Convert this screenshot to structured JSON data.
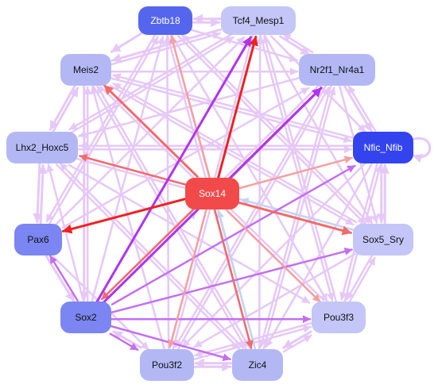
{
  "nodes": [
    {
      "id": "Sox14",
      "label": "Sox14",
      "fill": "#f24a4a",
      "text": "#ffffff"
    },
    {
      "id": "Zbtb18",
      "label": "Zbtb18",
      "fill": "#5566ee",
      "text": "#ffffff"
    },
    {
      "id": "Tcf4_Mesp1",
      "label": "Tcf4_Mesp1",
      "fill": "#c3c6f7",
      "text": "#111111"
    },
    {
      "id": "Meis2",
      "label": "Meis2",
      "fill": "#b3b8f5",
      "text": "#111111"
    },
    {
      "id": "Nr2f1_Nr4a1",
      "label": "Nr2f1_Nr4a1",
      "fill": "#b3b8f5",
      "text": "#111111"
    },
    {
      "id": "Lhx2_Hoxc5",
      "label": "Lhx2_Hoxc5",
      "fill": "#b3b8f5",
      "text": "#111111"
    },
    {
      "id": "Nfic_Nfib",
      "label": "Nfic_Nfib",
      "fill": "#3344ee",
      "text": "#ffffff"
    },
    {
      "id": "Pax6",
      "label": "Pax6",
      "fill": "#7b86f2",
      "text": "#111111"
    },
    {
      "id": "Sox5_Sry",
      "label": "Sox5_Sry",
      "fill": "#c3c6f7",
      "text": "#111111"
    },
    {
      "id": "Sox2",
      "label": "Sox2",
      "fill": "#7b86f2",
      "text": "#111111"
    },
    {
      "id": "Pou3f3",
      "label": "Pou3f3",
      "fill": "#c3c6f7",
      "text": "#111111"
    },
    {
      "id": "Pou3f2",
      "label": "Pou3f2",
      "fill": "#b3b8f5",
      "text": "#111111"
    },
    {
      "id": "Zic4",
      "label": "Zic4",
      "fill": "#b3b8f5",
      "text": "#111111"
    }
  ],
  "edge_colors": {
    "activation_strong": "#ee2222",
    "activation_medium": "#f26a6a",
    "activation_weak": "#f5a0a0",
    "purple_strong": "#b033f0",
    "purple_medium": "#c46ef2",
    "lavender": "#e6c8f7",
    "pale_blue": "#c4d4f2"
  },
  "edges": [
    {
      "source": "Sox14",
      "target": "Tcf4_Mesp1",
      "color": "activation_strong",
      "width": 3
    },
    {
      "source": "Sox14",
      "target": "Nr2f1_Nr4a1",
      "color": "activation_medium",
      "width": 3
    },
    {
      "source": "Sox14",
      "target": "Nfic_Nfib",
      "color": "activation_weak",
      "width": 2.5
    },
    {
      "source": "Sox14",
      "target": "Sox5_Sry",
      "color": "activation_medium",
      "width": 3
    },
    {
      "source": "Sox14",
      "target": "Pou3f3",
      "color": "activation_weak",
      "width": 2.5
    },
    {
      "source": "Sox14",
      "target": "Zic4",
      "color": "activation_medium",
      "width": 2.5
    },
    {
      "source": "Sox14",
      "target": "Pou3f2",
      "color": "activation_weak",
      "width": 2.5
    },
    {
      "source": "Sox14",
      "target": "Sox2",
      "color": "activation_medium",
      "width": 2.5
    },
    {
      "source": "Sox14",
      "target": "Pax6",
      "color": "activation_strong",
      "width": 3
    },
    {
      "source": "Sox14",
      "target": "Lhx2_Hoxc5",
      "color": "activation_medium",
      "width": 2.5
    },
    {
      "source": "Sox14",
      "target": "Meis2",
      "color": "activation_medium",
      "width": 3
    },
    {
      "source": "Sox14",
      "target": "Zbtb18",
      "color": "activation_weak",
      "width": 2.5
    },
    {
      "source": "Sox2",
      "target": "Tcf4_Mesp1",
      "color": "purple_strong",
      "width": 3
    },
    {
      "source": "Sox2",
      "target": "Nr2f1_Nr4a1",
      "color": "purple_strong",
      "width": 3
    },
    {
      "source": "Sox2",
      "target": "Nfic_Nfib",
      "color": "purple_medium",
      "width": 2.5
    },
    {
      "source": "Sox2",
      "target": "Sox5_Sry",
      "color": "purple_medium",
      "width": 2.5
    },
    {
      "source": "Sox2",
      "target": "Pax6",
      "color": "purple_medium",
      "width": 2.5
    },
    {
      "source": "Sox2",
      "target": "Pou3f3",
      "color": "purple_medium",
      "width": 2.5
    },
    {
      "source": "Sox2",
      "target": "Zic4",
      "color": "purple_medium",
      "width": 2.5
    },
    {
      "source": "Sox2",
      "target": "Pou3f2",
      "color": "purple_medium",
      "width": 2.5
    },
    {
      "source": "Sox2",
      "target": "Sox14",
      "color": "pale_blue",
      "width": 2.5
    },
    {
      "source": "Zic4",
      "target": "Sox14",
      "color": "pale_blue",
      "width": 2.5
    },
    {
      "source": "Sox5_Sry",
      "target": "Sox14",
      "color": "pale_blue",
      "width": 2.5
    },
    {
      "source": "Zbtb18",
      "target": "Tcf4_Mesp1",
      "color": "lavender",
      "width": 3
    },
    {
      "source": "Tcf4_Mesp1",
      "target": "Zbtb18",
      "color": "lavender",
      "width": 3
    },
    {
      "source": "Zbtb18",
      "target": "Meis2",
      "color": "lavender",
      "width": 3
    },
    {
      "source": "Zbtb18",
      "target": "Nr2f1_Nr4a1",
      "color": "lavender",
      "width": 2.5
    },
    {
      "source": "Zbtb18",
      "target": "Pou3f3",
      "color": "lavender",
      "width": 2.5
    },
    {
      "source": "Zbtb18",
      "target": "Zic4",
      "color": "lavender",
      "width": 2.5
    },
    {
      "source": "Zbtb18",
      "target": "Sox5_Sry",
      "color": "lavender",
      "width": 2.5
    },
    {
      "source": "Zbtb18",
      "target": "Pax6",
      "color": "lavender",
      "width": 2.5
    },
    {
      "source": "Tcf4_Mesp1",
      "target": "Nr2f1_Nr4a1",
      "color": "lavender",
      "width": 3
    },
    {
      "source": "Tcf4_Mesp1",
      "target": "Meis2",
      "color": "lavender",
      "width": 3
    },
    {
      "source": "Tcf4_Mesp1",
      "target": "Lhx2_Hoxc5",
      "color": "lavender",
      "width": 2.5
    },
    {
      "source": "Tcf4_Mesp1",
      "target": "Nfic_Nfib",
      "color": "lavender",
      "width": 2.5
    },
    {
      "source": "Tcf4_Mesp1",
      "target": "Pou3f2",
      "color": "lavender",
      "width": 2.5
    },
    {
      "source": "Tcf4_Mesp1",
      "target": "Pou3f3",
      "color": "lavender",
      "width": 2.5
    },
    {
      "source": "Tcf4_Mesp1",
      "target": "Sox5_Sry",
      "color": "lavender",
      "width": 2.5
    },
    {
      "source": "Meis2",
      "target": "Tcf4_Mesp1",
      "color": "lavender",
      "width": 2.5
    },
    {
      "source": "Meis2",
      "target": "Nr2f1_Nr4a1",
      "color": "lavender",
      "width": 2.5
    },
    {
      "source": "Meis2",
      "target": "Lhx2_Hoxc5",
      "color": "lavender",
      "width": 3
    },
    {
      "source": "Meis2",
      "target": "Nfic_Nfib",
      "color": "lavender",
      "width": 2.5
    },
    {
      "source": "Meis2",
      "target": "Zic4",
      "color": "lavender",
      "width": 2.5
    },
    {
      "source": "Meis2",
      "target": "Sox2",
      "color": "lavender",
      "width": 3
    },
    {
      "source": "Meis2",
      "target": "Pou3f3",
      "color": "lavender",
      "width": 2.5
    },
    {
      "source": "Meis2",
      "target": "Sox5_Sry",
      "color": "lavender",
      "width": 2.5
    },
    {
      "source": "Nr2f1_Nr4a1",
      "target": "Tcf4_Mesp1",
      "color": "lavender",
      "width": 2.5
    },
    {
      "source": "Nr2f1_Nr4a1",
      "target": "Nfic_Nfib",
      "color": "lavender",
      "width": 3
    },
    {
      "source": "Nr2f1_Nr4a1",
      "target": "Sox5_Sry",
      "color": "lavender",
      "width": 2.5
    },
    {
      "source": "Nr2f1_Nr4a1",
      "target": "Zic4",
      "color": "lavender",
      "width": 2.5
    },
    {
      "source": "Nr2f1_Nr4a1",
      "target": "Pou3f2",
      "color": "lavender",
      "width": 2.5
    },
    {
      "source": "Nr2f1_Nr4a1",
      "target": "Lhx2_Hoxc5",
      "color": "lavender",
      "width": 2.5
    },
    {
      "source": "Nr2f1_Nr4a1",
      "target": "Sox2",
      "color": "lavender",
      "width": 2.5
    },
    {
      "source": "Lhx2_Hoxc5",
      "target": "Meis2",
      "color": "lavender",
      "width": 3
    },
    {
      "source": "Lhx2_Hoxc5",
      "target": "Nfic_Nfib",
      "color": "lavender",
      "width": 2.5
    },
    {
      "source": "Lhx2_Hoxc5",
      "target": "Pax6",
      "color": "lavender",
      "width": 3
    },
    {
      "source": "Lhx2_Hoxc5",
      "target": "Sox5_Sry",
      "color": "lavender",
      "width": 2.5
    },
    {
      "source": "Lhx2_Hoxc5",
      "target": "Pou3f3",
      "color": "lavender",
      "width": 2.5
    },
    {
      "source": "Lhx2_Hoxc5",
      "target": "Zic4",
      "color": "lavender",
      "width": 2.5
    },
    {
      "source": "Lhx2_Hoxc5",
      "target": "Tcf4_Mesp1",
      "color": "lavender",
      "width": 2.5
    },
    {
      "source": "Nfic_Nfib",
      "target": "Sox5_Sry",
      "color": "lavender",
      "width": 3
    },
    {
      "source": "Nfic_Nfib",
      "target": "Nr2f1_Nr4a1",
      "color": "lavender",
      "width": 2.5
    },
    {
      "source": "Nfic_Nfib",
      "target": "Pou3f3",
      "color": "lavender",
      "width": 2.5
    },
    {
      "source": "Nfic_Nfib",
      "target": "Zic4",
      "color": "lavender",
      "width": 2.5
    },
    {
      "source": "Nfic_Nfib",
      "target": "Pou3f2",
      "color": "lavender",
      "width": 2.5
    },
    {
      "source": "Nfic_Nfib",
      "target": "Meis2",
      "color": "lavender",
      "width": 2.5
    },
    {
      "source": "Nfic_Nfib",
      "target": "Lhx2_Hoxc5",
      "color": "lavender",
      "width": 2.5
    },
    {
      "source": "Nfic_Nfib",
      "target": "Nfic_Nfib",
      "color": "lavender",
      "width": 3
    },
    {
      "source": "Pax6",
      "target": "Lhx2_Hoxc5",
      "color": "lavender",
      "width": 3
    },
    {
      "source": "Pax6",
      "target": "Sox2",
      "color": "lavender",
      "width": 3
    },
    {
      "source": "Pax6",
      "target": "Tcf4_Mesp1",
      "color": "lavender",
      "width": 2.5
    },
    {
      "source": "Pax6",
      "target": "Nr2f1_Nr4a1",
      "color": "lavender",
      "width": 2.5
    },
    {
      "source": "Pax6",
      "target": "Pou3f2",
      "color": "lavender",
      "width": 2.5
    },
    {
      "source": "Pax6",
      "target": "Zbtb18",
      "color": "lavender",
      "width": 2.5
    },
    {
      "source": "Sox5_Sry",
      "target": "Nfic_Nfib",
      "color": "lavender",
      "width": 3
    },
    {
      "source": "Sox5_Sry",
      "target": "Pou3f3",
      "color": "lavender",
      "width": 2.5
    },
    {
      "source": "Sox5_Sry",
      "target": "Lhx2_Hoxc5",
      "color": "lavender",
      "width": 2.5
    },
    {
      "source": "Sox5_Sry",
      "target": "Meis2",
      "color": "lavender",
      "width": 2.5
    },
    {
      "source": "Sox5_Sry",
      "target": "Pou3f2",
      "color": "lavender",
      "width": 2.5
    },
    {
      "source": "Sox5_Sry",
      "target": "Zbtb18",
      "color": "lavender",
      "width": 2.5
    },
    {
      "source": "Pou3f3",
      "target": "Zic4",
      "color": "lavender",
      "width": 3
    },
    {
      "source": "Pou3f3",
      "target": "Sox5_Sry",
      "color": "lavender",
      "width": 2.5
    },
    {
      "source": "Pou3f3",
      "target": "Nfic_Nfib",
      "color": "lavender",
      "width": 2.5
    },
    {
      "source": "Pou3f3",
      "target": "Meis2",
      "color": "lavender",
      "width": 2.5
    },
    {
      "source": "Pou3f3",
      "target": "Tcf4_Mesp1",
      "color": "lavender",
      "width": 2.5
    },
    {
      "source": "Pou3f3",
      "target": "Pou3f2",
      "color": "lavender",
      "width": 2.5
    },
    {
      "source": "Pou3f2",
      "target": "Zic4",
      "color": "lavender",
      "width": 3
    },
    {
      "source": "Zic4",
      "target": "Pou3f2",
      "color": "lavender",
      "width": 3
    },
    {
      "source": "Pou3f2",
      "target": "Sox2",
      "color": "lavender",
      "width": 3
    },
    {
      "source": "Pou3f2",
      "target": "Tcf4_Mesp1",
      "color": "lavender",
      "width": 2.5
    },
    {
      "source": "Pou3f2",
      "target": "Nr2f1_Nr4a1",
      "color": "lavender",
      "width": 2.5
    },
    {
      "source": "Pou3f2",
      "target": "Zbtb18",
      "color": "lavender",
      "width": 2.5
    },
    {
      "source": "Pou3f2",
      "target": "Meis2",
      "color": "lavender",
      "width": 2.5
    },
    {
      "source": "Pou3f2",
      "target": "Pou3f3",
      "color": "lavender",
      "width": 2.5
    },
    {
      "source": "Zic4",
      "target": "Pou3f3",
      "color": "lavender",
      "width": 2.5
    },
    {
      "source": "Zic4",
      "target": "Tcf4_Mesp1",
      "color": "lavender",
      "width": 2.5
    },
    {
      "source": "Zic4",
      "target": "Zbtb18",
      "color": "lavender",
      "width": 2.5
    },
    {
      "source": "Zic4",
      "target": "Meis2",
      "color": "lavender",
      "width": 2.5
    },
    {
      "source": "Zic4",
      "target": "Nr2f1_Nr4a1",
      "color": "lavender",
      "width": 2.5
    },
    {
      "source": "Zic4",
      "target": "Lhx2_Hoxc5",
      "color": "lavender",
      "width": 2.5
    },
    {
      "source": "Sox2",
      "target": "Meis2",
      "color": "lavender",
      "width": 2.5
    },
    {
      "source": "Sox2",
      "target": "Zbtb18",
      "color": "lavender",
      "width": 2.5
    },
    {
      "source": "Sox2",
      "target": "Lhx2_Hoxc5",
      "color": "lavender",
      "width": 2.5
    }
  ]
}
